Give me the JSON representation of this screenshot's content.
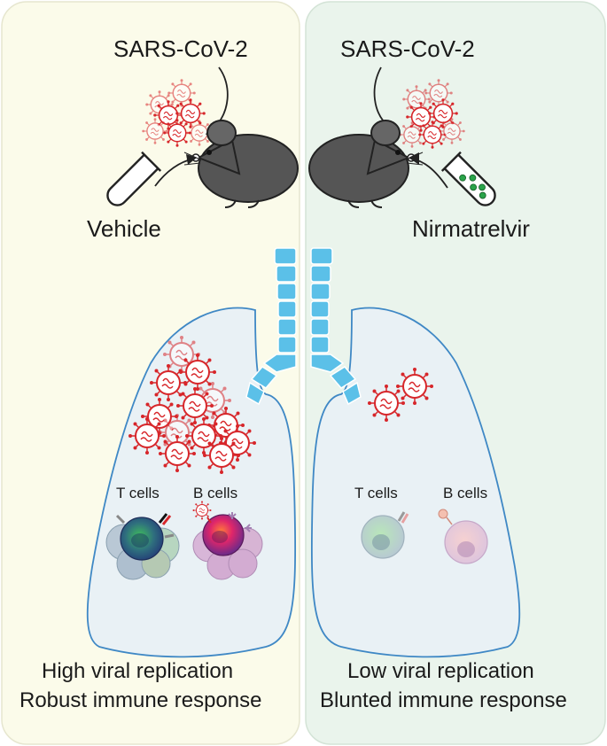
{
  "left_panel": {
    "virus_label": "SARS-CoV-2",
    "treatment_label": "Vehicle",
    "t_cells_label": "T cells",
    "b_cells_label": "B cells",
    "summary_line1": "High viral replication",
    "summary_line2": "Robust immune response"
  },
  "right_panel": {
    "virus_label": "SARS-CoV-2",
    "treatment_label": "Nirmatrelvir",
    "t_cells_label": "T cells",
    "b_cells_label": "B cells",
    "summary_line1": "Low viral replication",
    "summary_line2": "Blunted immune response"
  },
  "colors": {
    "left_bg": "#fbfbea",
    "right_bg": "#eaf4ec",
    "lung_fill": "#e9f1f5",
    "lung_stroke": "#3f88c5",
    "trachea": "#5bc0e8",
    "virus": "#d7262a",
    "mouse": "#555555",
    "drug_pill": "#2aa34a"
  }
}
